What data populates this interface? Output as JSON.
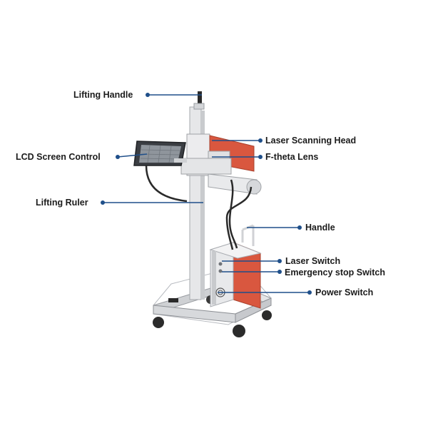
{
  "labels": {
    "lifting_handle": "Lifting Handle",
    "lcd_screen_control": "LCD Screen Control",
    "lifting_ruler": "Lifting Ruler",
    "laser_scanning_head": "Laser Scanning Head",
    "f_theta_lens": "F-theta Lens",
    "handle": "Handle",
    "laser_switch": "Laser Switch",
    "emergency_stop_switch": "Emergency stop Switch",
    "power_switch": "Power Switch"
  },
  "colors": {
    "leader_line": "#1f4f8a",
    "machine_red": "#d9573f",
    "frame_aluminium": "#dcdde0",
    "cable": "#2a2a2a"
  }
}
